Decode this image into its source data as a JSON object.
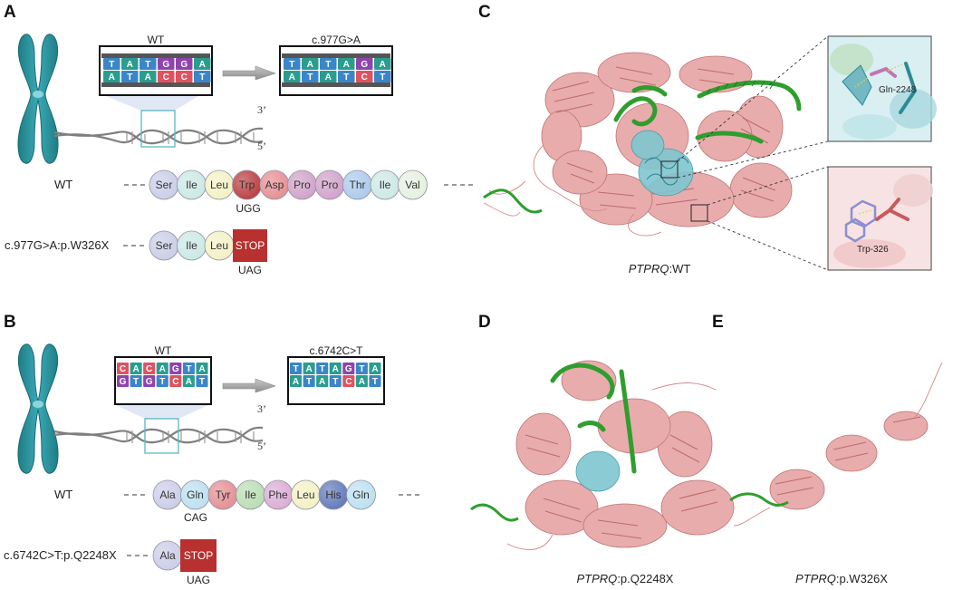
{
  "panels": {
    "A": {
      "label": "A",
      "wt_box_title": "WT",
      "mut_box_title": "c.977G>A",
      "wt_top_seq": [
        "T",
        "A",
        "T",
        "G",
        "G",
        "A"
      ],
      "wt_bottom_seq": [
        "A",
        "T",
        "A",
        "C",
        "C",
        "T"
      ],
      "mut_top_seq": [
        "T",
        "A",
        "T",
        "A",
        "G",
        "A"
      ],
      "mut_bottom_seq": [
        "A",
        "T",
        "A",
        "T",
        "C",
        "T"
      ],
      "prime3": "3’",
      "prime5": "5’",
      "wt_row_label": "WT",
      "wt_aa": [
        {
          "name": "Ser",
          "color": "#c7cce6"
        },
        {
          "name": "Ile",
          "color": "#c9e8e4"
        },
        {
          "name": "Leu",
          "color": "#f4f0c2"
        },
        {
          "name": "Trp",
          "color": "#b8363b"
        },
        {
          "name": "Asp",
          "color": "#e48a8e"
        },
        {
          "name": "Pro",
          "color": "#cf9ec8"
        },
        {
          "name": "Pro",
          "color": "#cf9ec8"
        },
        {
          "name": "Thr",
          "color": "#a8c8ea"
        },
        {
          "name": "Ile",
          "color": "#c9e8e4"
        },
        {
          "name": "Val",
          "color": "#e4f0dc"
        }
      ],
      "wt_codon": "UGG",
      "mut_row_label": "c.977G>A:p.W326X",
      "mut_aa": [
        {
          "name": "Ser",
          "color": "#c7cce6"
        },
        {
          "name": "Ile",
          "color": "#c9e8e4"
        },
        {
          "name": "Leu",
          "color": "#f4f0c2"
        }
      ],
      "stop_label": "STOP",
      "mut_codon": "UAG"
    },
    "B": {
      "label": "B",
      "wt_box_title": "WT",
      "mut_box_title": "c.6742C>T",
      "wt_top_seq": [
        "C",
        "A",
        "C",
        "A",
        "G",
        "T",
        "A"
      ],
      "wt_bottom_seq": [
        "G",
        "T",
        "G",
        "T",
        "C",
        "A",
        "T"
      ],
      "mut_top_seq": [
        "T",
        "A",
        "T",
        "A",
        "G",
        "T",
        "A"
      ],
      "mut_bottom_seq": [
        "A",
        "T",
        "A",
        "T",
        "C",
        "A",
        "T"
      ],
      "prime3": "3’",
      "prime5": "5’",
      "wt_row_label": "WT",
      "wt_aa": [
        {
          "name": "Ala",
          "color": "#c9cbe8"
        },
        {
          "name": "Gln",
          "color": "#b9dff0"
        },
        {
          "name": "Tyr",
          "color": "#e48a8e"
        },
        {
          "name": "Ile",
          "color": "#b7dcb0"
        },
        {
          "name": "Phe",
          "color": "#d9a9d4"
        },
        {
          "name": "Leu",
          "color": "#f4f0c2"
        },
        {
          "name": "His",
          "color": "#5b74b8"
        },
        {
          "name": "Gln",
          "color": "#b9dff0"
        }
      ],
      "wt_codon": "CAG",
      "mut_row_label": "c.6742C>T:p.Q2248X",
      "mut_aa": [
        {
          "name": "Ala",
          "color": "#c9cbe8"
        }
      ],
      "stop_label": "STOP",
      "mut_codon": "UAG"
    },
    "C": {
      "label": "C",
      "caption_gene": "PTPRQ",
      "caption_rest": ":WT",
      "inset_top_label": "Gln-2248",
      "inset_bottom_label": "Trp-326"
    },
    "D": {
      "label": "D",
      "caption_gene": "PTPRQ",
      "caption_rest": ":p.Q2248X"
    },
    "E": {
      "label": "E",
      "caption_gene": "PTPRQ",
      "caption_rest": ":p.W326X"
    }
  },
  "colors": {
    "chromosome": "#2b97a3",
    "chromosome_dark": "#1e6f78",
    "dna": "#7a7a7a",
    "stop": "#b8302f",
    "nuc_A": "#2a9d8f",
    "nuc_T": "#3a86c8",
    "nuc_G": "#8e44ad",
    "nuc_C": "#e05260",
    "protein_pink": "#e39c9c",
    "protein_pink_dark": "#b86464",
    "protein_green": "#2e9e2e",
    "protein_cyan": "#5bb8c4"
  }
}
